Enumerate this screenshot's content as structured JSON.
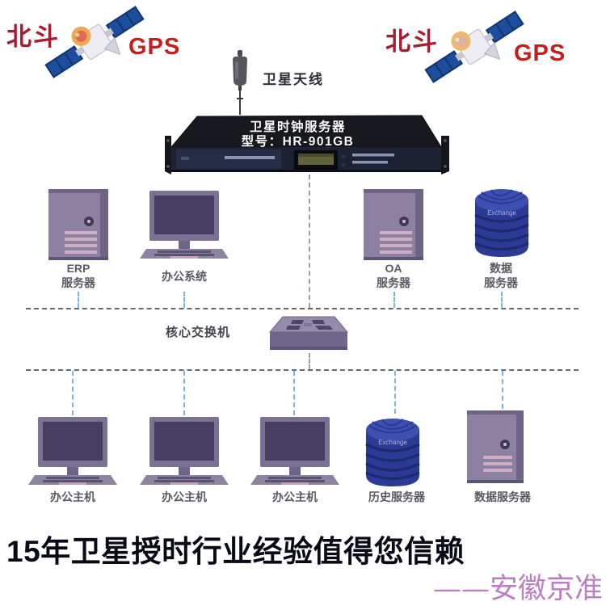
{
  "satellites": {
    "left": {
      "beidou": "北斗",
      "gps": "GPS"
    },
    "right": {
      "beidou": "北斗",
      "gps": "GPS"
    }
  },
  "antenna_label": "卫星天线",
  "clock_server": {
    "name": "卫星时钟服务器",
    "model": "型号：HR-901GB"
  },
  "core_switch_label": "核心交换机",
  "row1": [
    {
      "type": "tower-server",
      "label_lines": [
        "ERP",
        "服务器"
      ]
    },
    {
      "type": "desktop",
      "label_lines": [
        "办公系统"
      ]
    },
    {
      "type": "tower-server",
      "label_lines": [
        "OA",
        "服务器"
      ]
    },
    {
      "type": "database",
      "label_lines": [
        "数据",
        "服务器"
      ],
      "badge": "Exchange"
    }
  ],
  "row2": [
    {
      "type": "desktop",
      "label_lines": [
        "办公主机"
      ]
    },
    {
      "type": "desktop",
      "label_lines": [
        "办公主机"
      ]
    },
    {
      "type": "desktop",
      "label_lines": [
        "办公主机"
      ]
    },
    {
      "type": "database",
      "label_lines": [
        "历史服务器"
      ],
      "badge": "Exchange"
    },
    {
      "type": "tower-server",
      "label_lines": [
        "数据服务器"
      ]
    }
  ],
  "footer": {
    "headline": "15年卫星授时行业经验值得您信赖",
    "signature": "——安徽京准"
  },
  "colors": {
    "beidou_red": "#a81c30",
    "gps_red": "#c41e1e",
    "panel_blue": "#1d4e9e",
    "device_purple": "#8d81a1",
    "database_blue": "#2b3a94",
    "signature_pink": "#bb7ec2",
    "dashed_line": "#5f6e6d",
    "connector_blue": "#7fb2dc"
  }
}
